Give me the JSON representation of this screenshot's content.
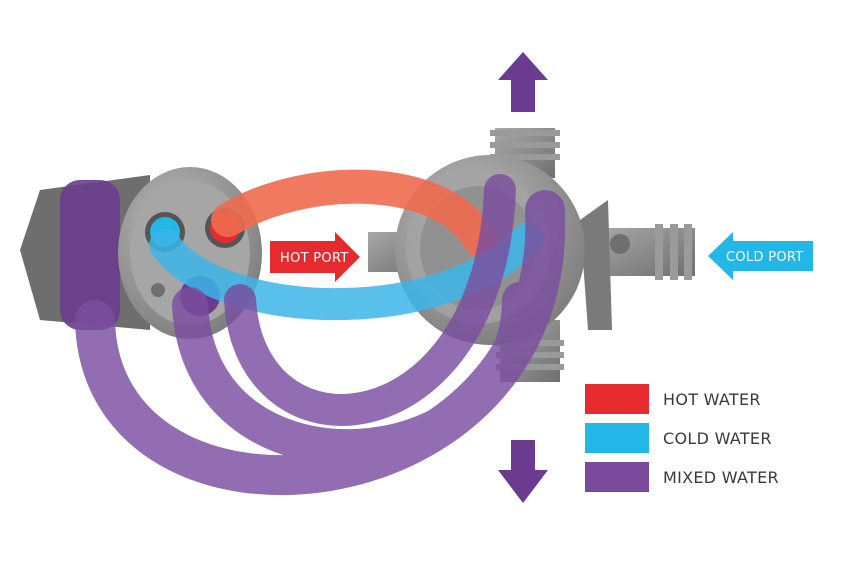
{
  "labels": {
    "hot_port": "HOT PORT",
    "cold_port": "COLD PORT"
  },
  "legend": [
    {
      "key": "hot",
      "label": "HOT WATER",
      "color": "#e52b2e"
    },
    {
      "key": "cold",
      "label": "COLD WATER",
      "color": "#22b7e6"
    },
    {
      "key": "mixed",
      "label": "MIXED WATER",
      "color": "#7a4a9c"
    }
  ],
  "colors": {
    "hot_flow": "#f06a4f",
    "cold_flow": "#3cb4e8",
    "mixed_flow": "#7b4ea0",
    "metal": "#8c8c8c",
    "hot_arrow": "#e52b2e",
    "cold_arrow": "#22b7e6"
  },
  "icons": [
    "arrow-up-icon",
    "arrow-down-icon",
    "arrow-right-icon",
    "arrow-left-icon"
  ]
}
